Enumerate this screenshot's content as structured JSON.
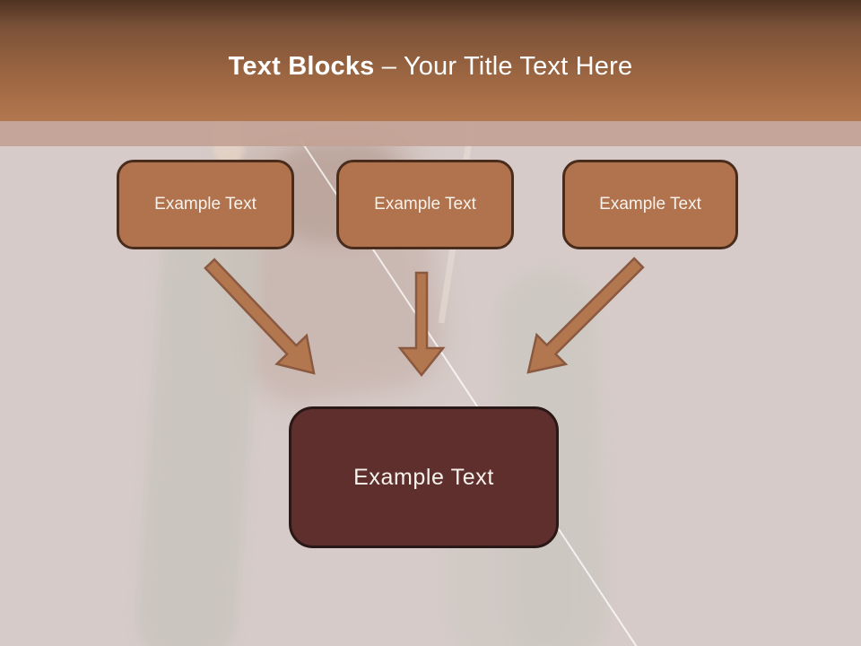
{
  "slide_title": {
    "bold": "Text Blocks",
    "rest": " – Your Title Text Here"
  },
  "blocks": [
    {
      "label": "Example Text"
    },
    {
      "label": "Example Text"
    },
    {
      "label": "Example Text"
    }
  ],
  "center_block": {
    "label": "Example Text"
  },
  "arrows": [
    {
      "name": "arrow-down-right"
    },
    {
      "name": "arrow-down"
    },
    {
      "name": "arrow-down-left"
    }
  ],
  "colors": {
    "header-top": "#4f3222",
    "header-mid1": "#7a5138",
    "header-mid2": "#9a6541",
    "header-bottom": "#b3774f",
    "band": "#c3a295",
    "canvas-bg": "#d6cbc8",
    "block-fill": "#b0734d",
    "block-border": "#4a2c1c",
    "block-text": "#f7f2ec",
    "center-fill": "#5f2f2d",
    "center-border": "#2a1817",
    "arrow-fill": "#b3774f",
    "arrow-stroke": "#8a5940",
    "title-text": "#ffffff"
  }
}
